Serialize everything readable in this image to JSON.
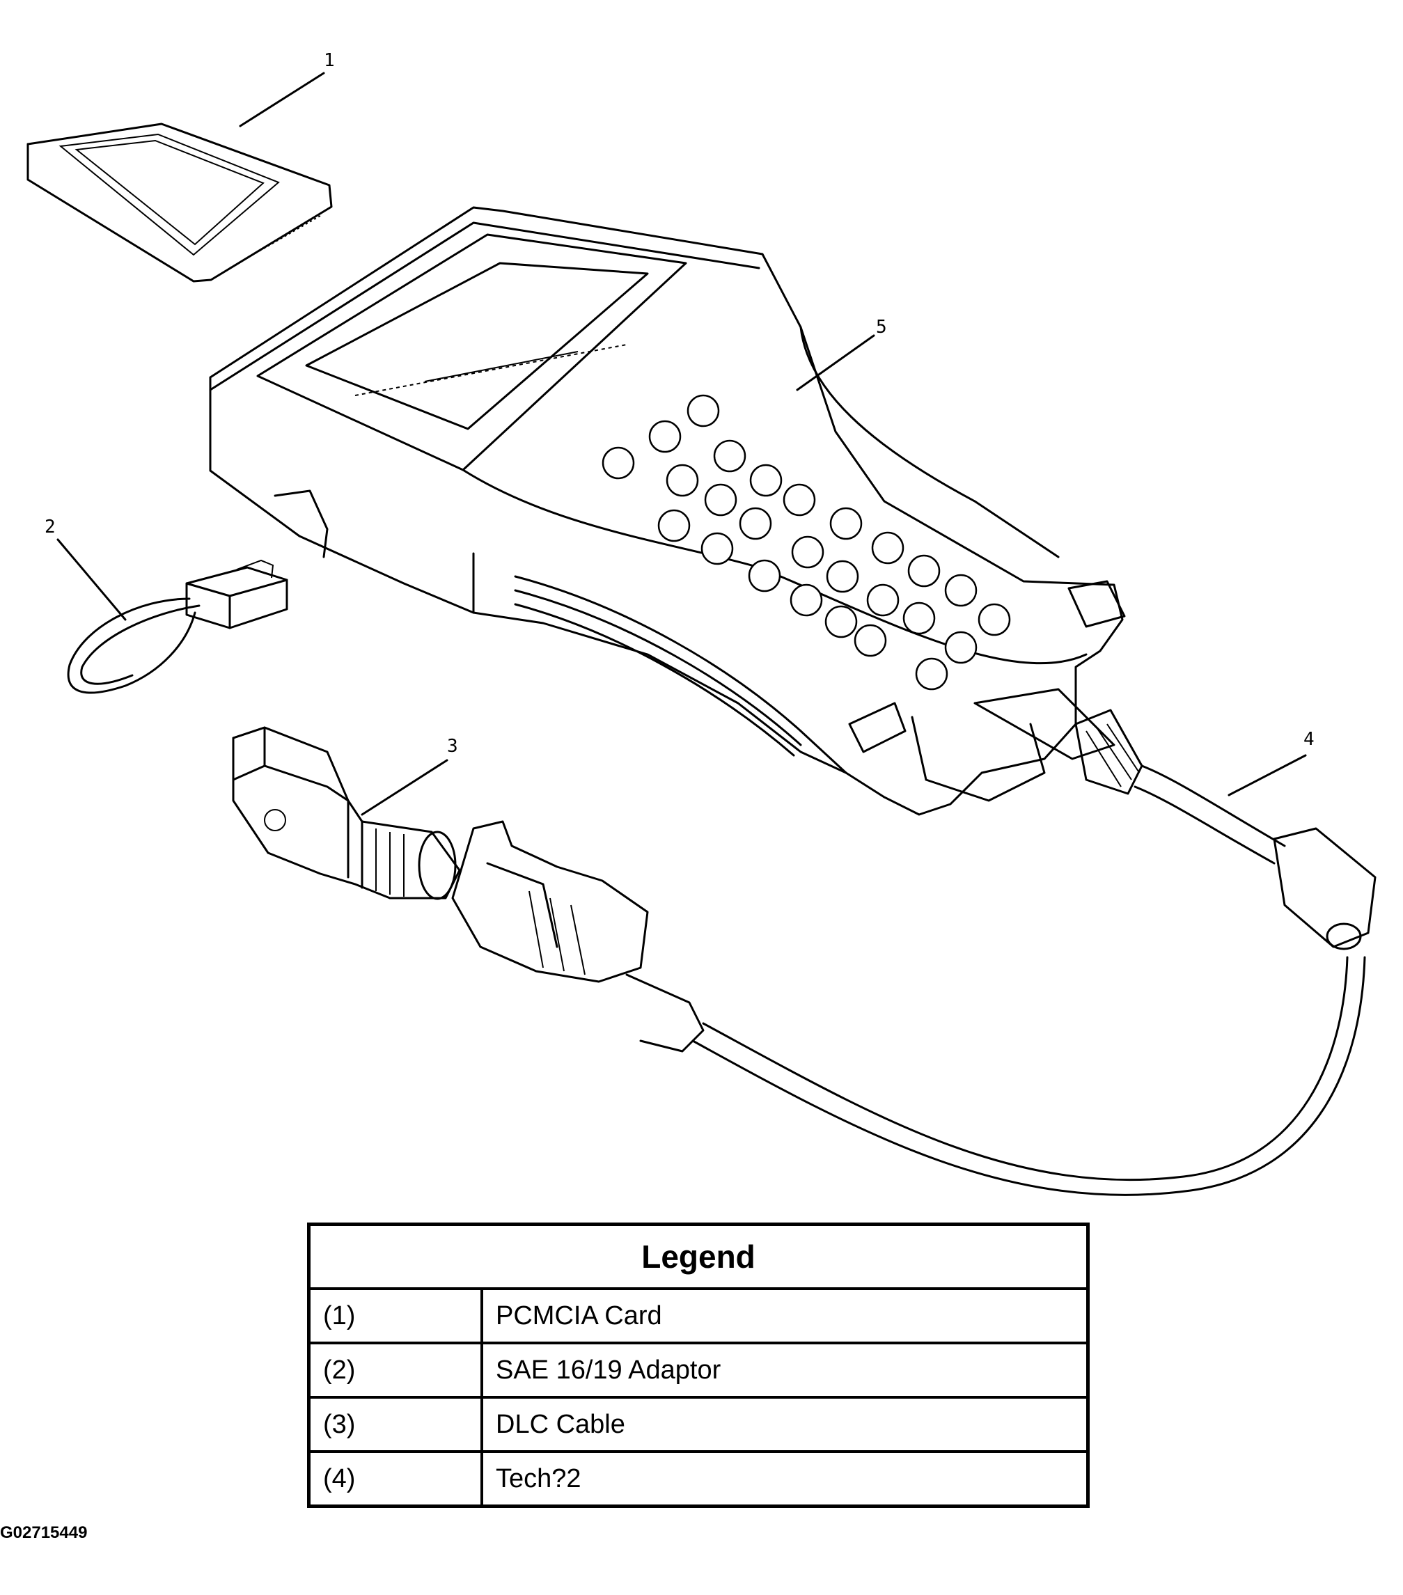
{
  "callouts": [
    "1",
    "2",
    "3",
    "4",
    "5"
  ],
  "legend": {
    "title": "Legend",
    "rows": [
      {
        "num": "(1)",
        "label": "PCMCIA Card"
      },
      {
        "num": "(2)",
        "label": "SAE 16/19 Adaptor"
      },
      {
        "num": "(3)",
        "label": "DLC Cable"
      },
      {
        "num": "(4)",
        "label": "Tech?2"
      }
    ]
  },
  "figure_id": "G02715449"
}
